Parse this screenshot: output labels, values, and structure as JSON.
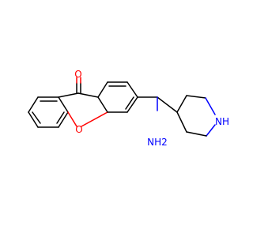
{
  "molecule": {
    "atom_labels": {
      "carbonyl_oxygen": "O",
      "ring_oxygen": "O",
      "ring_nitrogen": "NH",
      "amine": "NH2"
    },
    "colors": {
      "bond": "#000000",
      "oxygen": "#ff0000",
      "nitrogen": "#0000ff",
      "background": "#ffffff"
    }
  }
}
